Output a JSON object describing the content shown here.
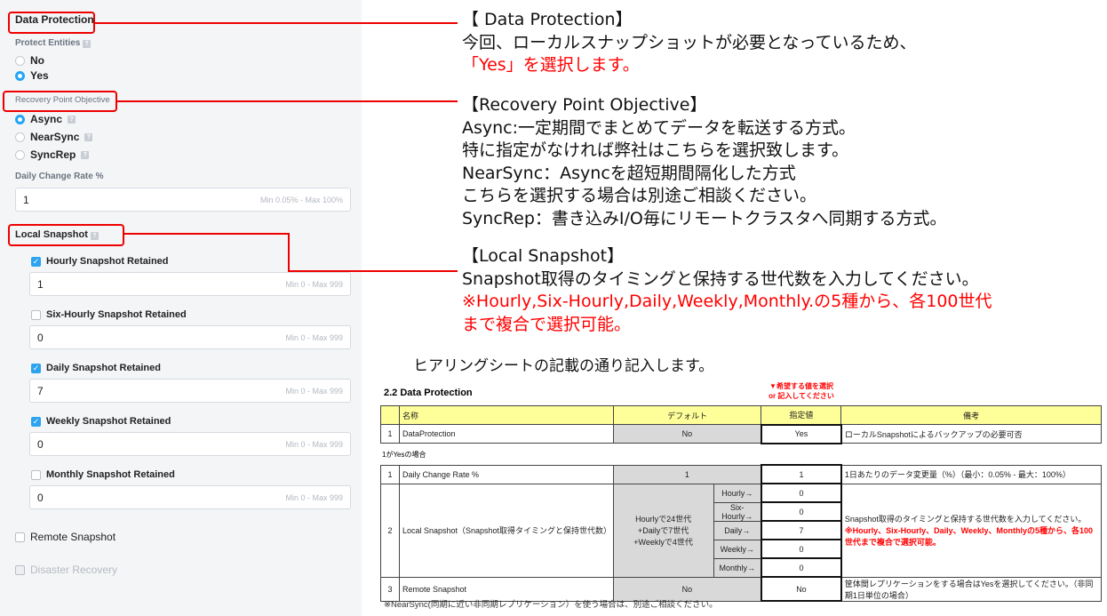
{
  "panel": {
    "data_protection": "Data Protection",
    "protect_entities": "Protect Entities",
    "no": "No",
    "yes": "Yes",
    "rpo": "Recovery Point Objective",
    "async": "Async",
    "nearsync": "NearSync",
    "syncrep": "SyncRep",
    "daily_change_rate": "Daily Change Rate %",
    "daily_change_value": "1",
    "daily_change_hint": "Min 0.05% - Max 100%",
    "local_snapshot": "Local Snapshot",
    "snapshots": [
      {
        "label": "Hourly Snapshot Retained",
        "checked": true,
        "value": "1",
        "hint": "Min 0 - Max 999"
      },
      {
        "label": "Six-Hourly Snapshot Retained",
        "checked": false,
        "value": "0",
        "hint": "Min 0 - Max 999"
      },
      {
        "label": "Daily Snapshot Retained",
        "checked": true,
        "value": "7",
        "hint": "Min 0 - Max 999"
      },
      {
        "label": "Weekly Snapshot Retained",
        "checked": true,
        "value": "0",
        "hint": "Min 0 - Max 999"
      },
      {
        "label": "Monthly Snapshot Retained",
        "checked": false,
        "value": "0",
        "hint": "Min 0 - Max 999"
      }
    ],
    "remote_snapshot": "Remote Snapshot",
    "disaster_recovery": "Disaster Recovery"
  },
  "notes": {
    "dp_title": "【 Data Protection】",
    "dp_l1": "今回、ローカルスナップショットが必要となっているため、",
    "dp_l2": "「Yes」を選択します。",
    "rpo_title": "【Recovery  Point  Objective】",
    "rpo_l1": "Async:一定期間でまとめてデータを転送する方式。",
    "rpo_l2": "特に指定がなければ弊社はこちらを選択致します。",
    "rpo_l3": "NearSync：Asyncを超短期間隔化した方式",
    "rpo_l4": "こちらを選択する場合は別途ご相談ください。",
    "rpo_l5": "SyncRep：書き込みI/O毎にリモートクラスタへ同期する方式。",
    "ls_title": "【Local Snapshot】",
    "ls_l1": "Snapshot取得のタイミングと保持する世代数を入力してください。",
    "ls_l2": "※Hourly,Six-Hourly,Daily,Weekly,Monthly.の5種から、各100世代",
    "ls_l3": "まで複合で選択可能。",
    "hearing": "ヒアリングシートの記載の通り記入します。"
  },
  "sheet": {
    "title": "2.2 Data Protection",
    "instruction1": "▼希望する値を選択",
    "instruction2": "or 記入してください",
    "headers": [
      "名称",
      "デフォルト",
      "指定値",
      "備考"
    ],
    "row1": {
      "no": "1",
      "name": "DataProtection",
      "default": "No",
      "value": "Yes",
      "note": "ローカルSnapshotによるバックアップの必要可否"
    },
    "condition": "1がYesの場合",
    "rowA": {
      "no": "1",
      "name": "Daily Change Rate %",
      "default": "1",
      "value": "1",
      "note": "1日あたりのデータ変更量（%）（最小：0.05% - 最大：100%）"
    },
    "rowB": {
      "no": "2",
      "name": "Local Snapshot（Snapshot取得タイミングと保持世代数）",
      "default1": "Hourlyで24世代",
      "default2": "+Dailyで7世代",
      "default3": "+Weeklyで4世代",
      "subs": [
        {
          "label": "Hourly→",
          "value": "0"
        },
        {
          "label": "Six-Hourly→",
          "value": "0"
        },
        {
          "label": "Daily→",
          "value": "7"
        },
        {
          "label": "Weekly→",
          "value": "0"
        },
        {
          "label": "Monthly→",
          "value": "0"
        }
      ],
      "note1": "Snapshot取得のタイミングと保持する世代数を入力してください。",
      "note2": "※Hourly、Six-Hourly、Daily、Weekly、Monthlyの5種から、各100世代まで複合で選択可能。"
    },
    "rowC": {
      "no": "3",
      "name": "Remote Snapshot",
      "default": "No",
      "value": "No",
      "note": "筐体間レプリケーションをする場合はYesを選択してください。（非同期1日単位の場合）"
    },
    "footnote": "※NearSync(同期に近い非同期レプリケーション）を使う場合は、別途ご相談ください。"
  }
}
